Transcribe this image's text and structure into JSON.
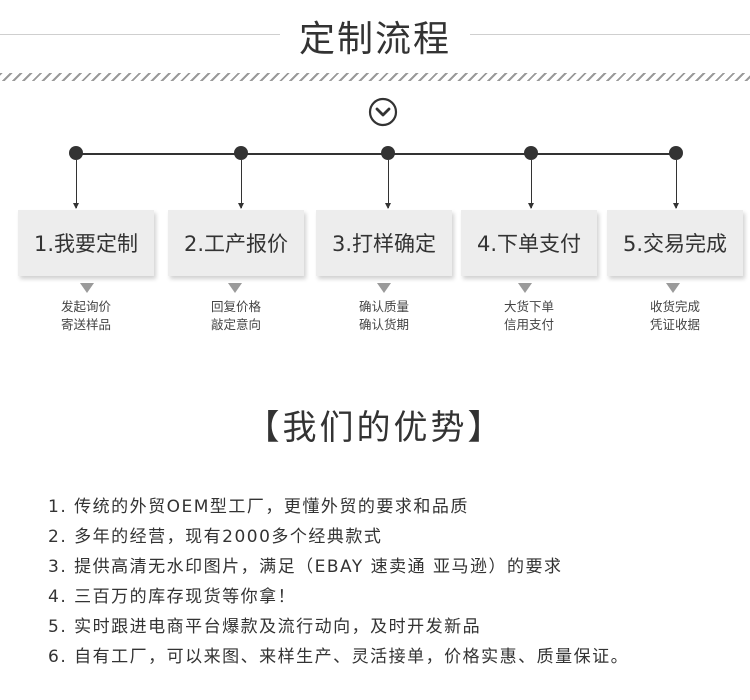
{
  "header": {
    "title": "定制流程"
  },
  "process": {
    "steps": [
      {
        "label": "1.我要定制",
        "sub1": "发起询价",
        "sub2": "寄送样品"
      },
      {
        "label": "2.工产报价",
        "sub1": "回复价格",
        "sub2": "敲定意向"
      },
      {
        "label": "3.打样确定",
        "sub1": "确认质量",
        "sub2": "确认货期"
      },
      {
        "label": "4.下单支付",
        "sub1": "大货下单",
        "sub2": "信用支付"
      },
      {
        "label": "5.交易完成",
        "sub1": "收货完成",
        "sub2": "凭证收据"
      }
    ]
  },
  "advantages": {
    "title": "【我们的优势】",
    "items": [
      "1. 传统的外贸OEM型工厂，更懂外贸的要求和品质",
      "2. 多年的经营，现有2000多个经典款式",
      "3. 提供高清无水印图片，满足（EBAY 速卖通 亚马逊）的要求",
      "4. 三百万的库存现货等你拿！",
      "5. 实时跟进电商平台爆款及流行动向，及时开发新品",
      "6. 自有工厂，可以来图、来样生产、灵活接单，价格实惠、质量保证。"
    ]
  }
}
